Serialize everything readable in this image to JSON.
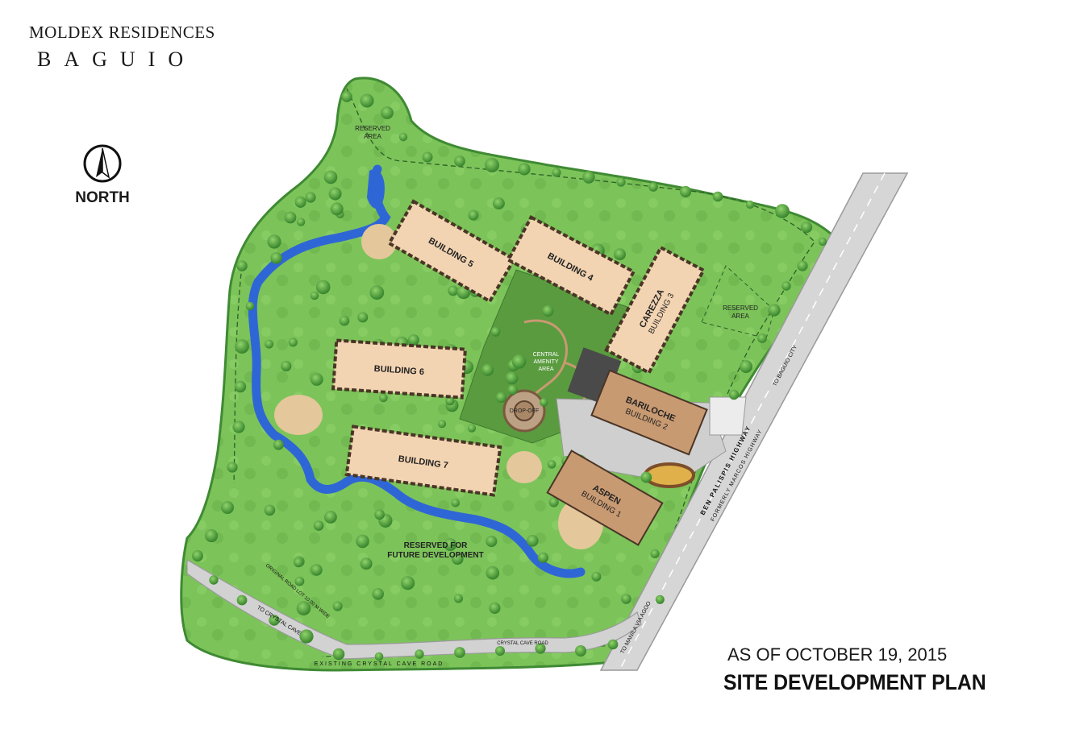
{
  "header": {
    "developer": "MOLDEX RESIDENCES",
    "city": "BAGUIO"
  },
  "compass": {
    "label": "NORTH"
  },
  "footer": {
    "as_of": "AS OF OCTOBER 19, 2015",
    "title": "SITE DEVELOPMENT PLAN"
  },
  "buildings": {
    "b5": "BUILDING 5",
    "b4": "BUILDING 4",
    "b3_name": "CAREZZA",
    "b3_sub": "BUILDING 3",
    "b6": "BUILDING 6",
    "b2_name": "BARILOCHE",
    "b2_sub": "BUILDING 2",
    "b7": "BUILDING 7",
    "b1_name": "ASPEN",
    "b1_sub": "BUILDING 1"
  },
  "areas": {
    "reserved_top_1": "RESERVED",
    "reserved_top_2": "AREA",
    "reserved_right_1": "RESERVED",
    "reserved_right_2": "AREA",
    "central_1": "CENTRAL",
    "central_2": "AMENITY",
    "central_3": "AREA",
    "dropoff": "DROP-OFF",
    "future_1": "RESERVED FOR",
    "future_2": "FUTURE DEVELOPMENT"
  },
  "roads": {
    "highway_1": "BEN PALISPIS HIGHWAY",
    "highway_2": "FORMERLY MARCOS HIGHWAY",
    "to_baguio": "TO BAGUIO CITY",
    "to_manila": "TO MANILA VIA AGOO",
    "to_crystal": "TO CRYSTAL CAVE",
    "original_road": "ORIGINAL ROAD LOT 10.00 M WIDE",
    "crystal_cave_road": "CRYSTAL CAVE ROAD",
    "existing_road": "EXISTING CRYSTAL CAVE ROAD"
  },
  "colors": {
    "grass": "#7cc35a",
    "grass_dark": "#4f9a3a",
    "tree": "#3d8f2f",
    "building_roof": "#f3d4b2",
    "building_dark": "#c89a72",
    "water": "#2f66d6",
    "sand": "#e4c79a",
    "road": "#d2d2d2"
  }
}
